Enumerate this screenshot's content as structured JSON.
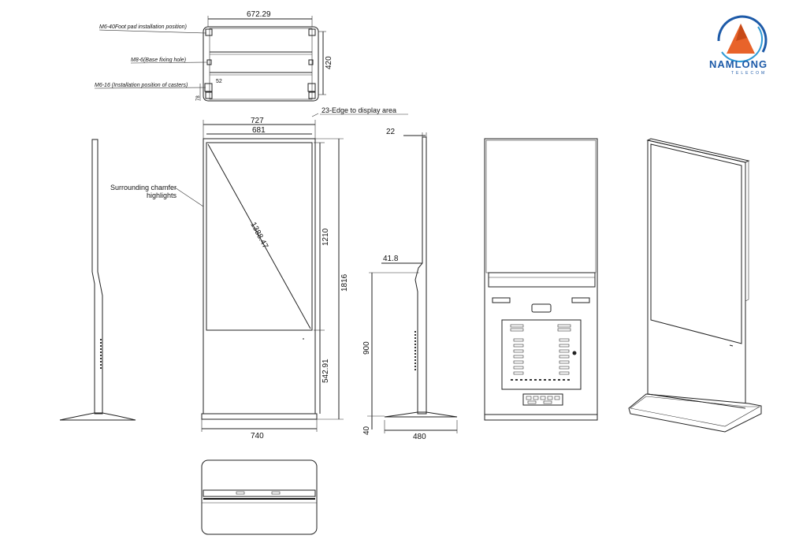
{
  "logo": {
    "name": "NAMLONG",
    "tagline": "TELECOM"
  },
  "top_view": {
    "width_dim": "672.29",
    "height_dim": "420",
    "offset_dim": "52",
    "small_dim": "78",
    "notes": {
      "foot_pad": "M6-40Foot pad installation position)",
      "base_hole": "M8-6(Base fixing hole)",
      "casters": "M6-16 (Installation position of casters)"
    }
  },
  "front_view": {
    "overall_width": "727",
    "screen_width": "681",
    "diagonal": "1388.47",
    "screen_height": "1210",
    "overall_height": "1816",
    "lower_height": "542.91",
    "base_width": "740",
    "chamfer_note_1": "Surrounding chamfer",
    "chamfer_note_2": "highlights",
    "edge_note": "23-Edge to display area"
  },
  "side_view": {
    "depth_top": "22",
    "depth_mid": "41.8",
    "height_base_section": "900",
    "base_thickness": "40",
    "base_depth": "480"
  }
}
